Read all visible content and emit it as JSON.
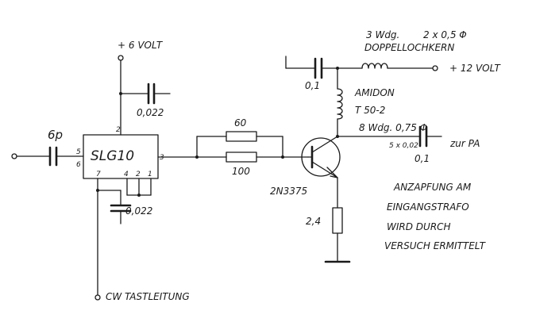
{
  "supply_6v": "+ 6 VOLT",
  "supply_12v": "+ 12 VOLT",
  "ic": {
    "name": "SLG10",
    "pin_2": "2",
    "pin_3": "3",
    "pin_5": "5",
    "pin_6": "6",
    "pin_7": "7",
    "pin_4": "4",
    "pin_2b": "2",
    "pin_1": "1"
  },
  "c_input": "6p",
  "c_6v_decouple": "0,022",
  "c_pin_decouple": "0,022",
  "r_60": "60",
  "r_100": "100",
  "transistor": "2N3375",
  "r_emitter": "2,4",
  "c_12v_decouple": "0,1",
  "choke": {
    "turns": "3 Wdg.",
    "wire": "2 x 0,5 Φ",
    "core": "DOPPELLOCHKERN"
  },
  "transformer": {
    "brand": "AMIDON",
    "core": "T 50-2",
    "turns": "8 Wdg. 0,75 Φ",
    "tap": "5 x 0,02"
  },
  "c_output": "0,1",
  "output_label": "zur PA",
  "cw_line": "CW TASTLEITUNG",
  "note": [
    "ANZAPFUNG AM",
    "EINGANGSTRAFO",
    "WIRD DURCH",
    "VERSUCH ERMITTELT"
  ]
}
